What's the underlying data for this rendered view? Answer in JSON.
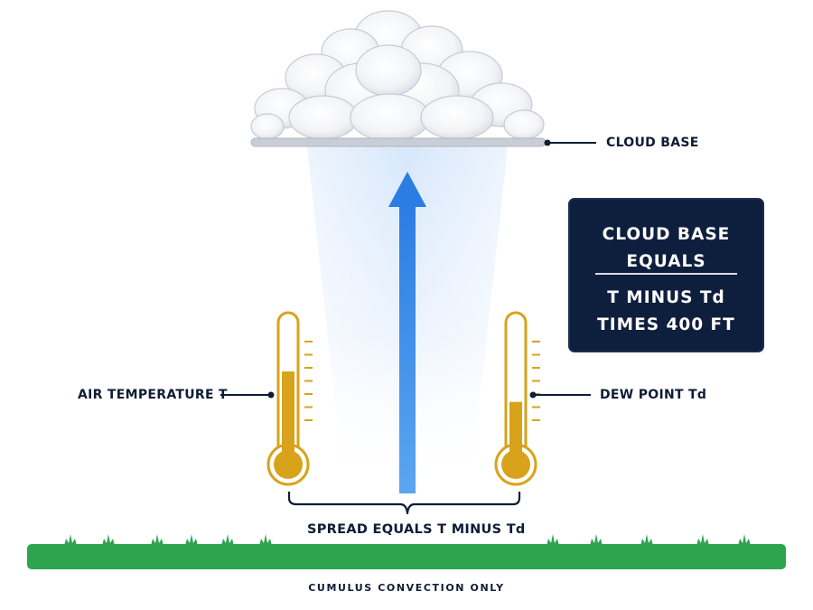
{
  "labels": {
    "cloud_base": "CLOUD BASE",
    "air_temperature": "AIR TEMPERATURE T",
    "dew_point": "DEW POINT Td",
    "spread": "SPREAD EQUALS T MINUS Td"
  },
  "info_box": {
    "line1": "CLOUD BASE",
    "line2": "EQUALS",
    "line3": "T MINUS Td",
    "line4": "TIMES 400 FT"
  },
  "footer": "CUMULUS CONVECTION ONLY",
  "thermometers": {
    "air_temperature_level": 0.64,
    "dew_point_level": 0.42
  },
  "colors": {
    "navy": "#0e1e3d",
    "arrow_blue": "#2f86e6",
    "thermometer_gold": "#d8a31a",
    "grass_green": "#2ea44f",
    "cloud_gray": "#c9ced6"
  }
}
